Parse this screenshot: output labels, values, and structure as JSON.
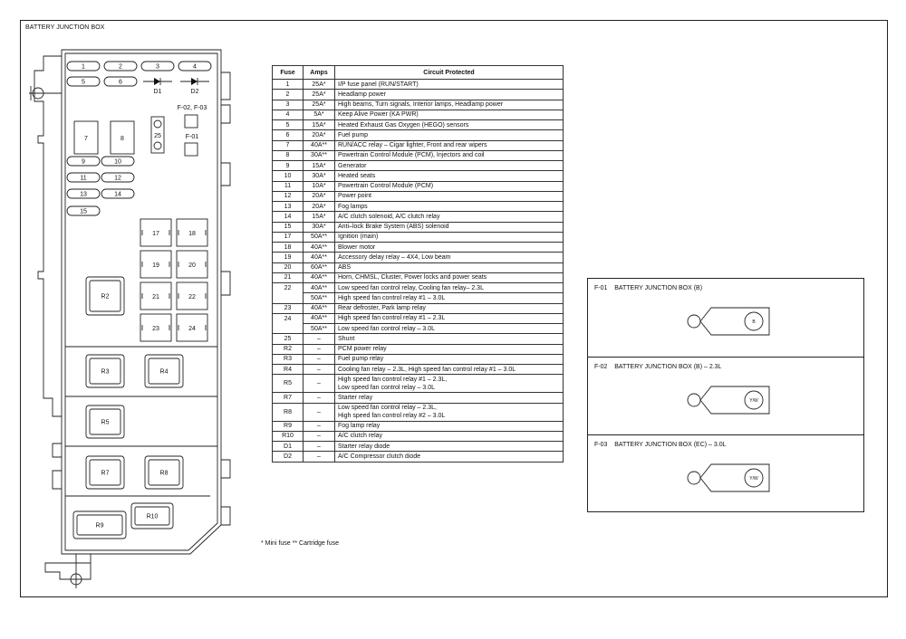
{
  "title": "BATTERY JUNCTION BOX",
  "box_labels": {
    "fuses": [
      "1",
      "2",
      "3",
      "4",
      "5",
      "6",
      "7",
      "8",
      "9",
      "10",
      "11",
      "12",
      "13",
      "14",
      "15",
      "17",
      "18",
      "19",
      "20",
      "21",
      "22",
      "23",
      "24",
      "25"
    ],
    "diodes": [
      "D1",
      "D2"
    ],
    "connectors": [
      "F-02, F-03",
      "F-01"
    ],
    "relays": [
      "R2",
      "R3",
      "R4",
      "R5",
      "R7",
      "R8",
      "R9",
      "R10"
    ]
  },
  "table": {
    "headers": [
      "Fuse",
      "Amps",
      "Circuit Protected"
    ],
    "rows": [
      [
        "1",
        "25A*",
        "I/P fuse panel (RUN/START)"
      ],
      [
        "2",
        "25A*",
        "Headlamp power"
      ],
      [
        "3",
        "25A*",
        "High beams, Turn signals, Interior lamps, Headlamp power"
      ],
      [
        "4",
        "5A*",
        "Keep Alive Power (KA PWR)"
      ],
      [
        "5",
        "15A*",
        "Heated Exhaust Gas Oxygen (HEGO) sensors"
      ],
      [
        "6",
        "20A*",
        "Fuel pump"
      ],
      [
        "7",
        "40A**",
        "RUN/ACC relay – Cigar lighter, Front and rear wipers"
      ],
      [
        "8",
        "30A**",
        "Powertrain Control Module (PCM), Injectors and coil"
      ],
      [
        "9",
        "15A*",
        "Generator"
      ],
      [
        "10",
        "30A*",
        "Heated seats"
      ],
      [
        "11",
        "10A*",
        "Powertrain Control Module (PCM)"
      ],
      [
        "12",
        "20A*",
        "Power point"
      ],
      [
        "13",
        "20A*",
        "Fog lamps"
      ],
      [
        "14",
        "15A*",
        "A/C clutch solenoid, A/C clutch relay"
      ],
      [
        "15",
        "30A*",
        "Anti–lock Brake System (ABS) solenoid"
      ],
      [
        "17",
        "50A**",
        "Ignition (main)"
      ],
      [
        "18",
        "40A**",
        "Blower motor"
      ],
      [
        "19",
        "40A**",
        "Accessory delay relay – 4X4, Low beam"
      ],
      [
        "20",
        "60A**",
        "ABS"
      ],
      [
        "21",
        "40A**",
        "Horn, CHMSL, Cluster, Power locks and power seats"
      ],
      [
        "22",
        "40A**",
        "Low speed fan control relay, Cooling fan relay– 2.3L"
      ],
      [
        "",
        "50A**",
        "High speed fan control relay #1 – 3.0L"
      ],
      [
        "23",
        "40A**",
        "Rear defroster, Park lamp relay"
      ],
      [
        "24",
        "40A**",
        "High speed fan control relay #1 – 2.3L"
      ],
      [
        "",
        "50A**",
        "Low speed fan control relay – 3.0L"
      ],
      [
        "25",
        "–",
        "Shunt"
      ],
      [
        "R2",
        "–",
        "PCM power relay"
      ],
      [
        "R3",
        "–",
        "Fuel pump relay"
      ],
      [
        "R4",
        "–",
        "Cooling fan relay – 2.3L, High speed fan control relay #1 – 3.0L"
      ],
      [
        "R5",
        "–",
        "High speed fan control relay #1 – 2.3L,\nLow speed fan control relay – 3.0L"
      ],
      [
        "R7",
        "–",
        "Starter relay"
      ],
      [
        "R8",
        "–",
        "Low speed fan control relay – 2.3L,\nHigh speed fan control relay #2 – 3.0L"
      ],
      [
        "R9",
        "–",
        "Fog lamp relay"
      ],
      [
        "R10",
        "–",
        "A/C clutch relay"
      ],
      [
        "D1",
        "–",
        "Starter relay diode"
      ],
      [
        "D2",
        "–",
        "A/C Compressor clutch diode"
      ]
    ]
  },
  "footnote": "* Mini fuse   ** Cartridge fuse",
  "connectors": [
    {
      "id": "F-01",
      "name": "BATTERY JUNCTION BOX (B)",
      "pin": "B"
    },
    {
      "id": "F-02",
      "name": "BATTERY JUNCTION BOX (B) – 2.3L",
      "pin": "Y/W"
    },
    {
      "id": "F-03",
      "name": "BATTERY JUNCTION BOX (EC) – 3.0L",
      "pin": "Y/W"
    }
  ]
}
